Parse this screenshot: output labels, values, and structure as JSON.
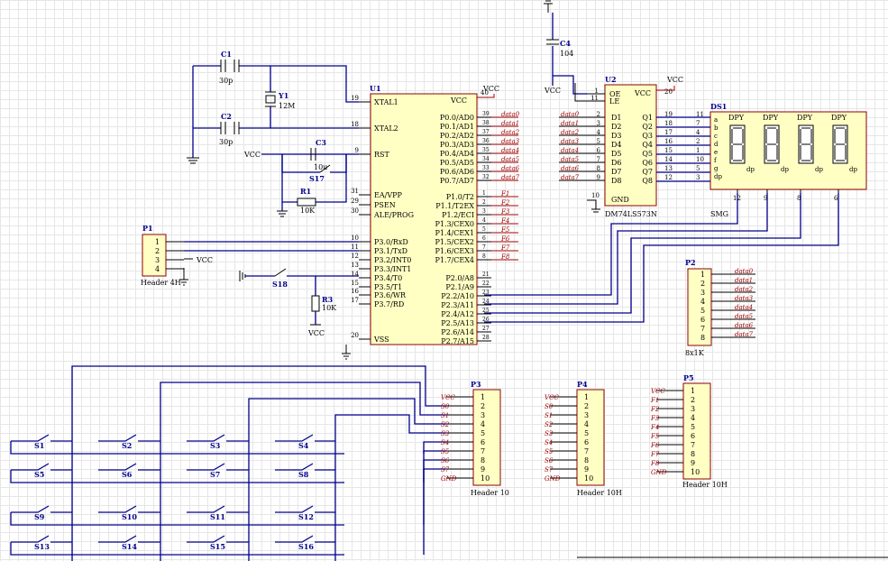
{
  "power": {
    "vcc": "VCC"
  },
  "parts": {
    "c1": {
      "ref": "C1",
      "value": "30p"
    },
    "c2": {
      "ref": "C2",
      "value": "30p"
    },
    "c3": {
      "ref": "C3",
      "value": "10u"
    },
    "c4": {
      "ref": "C4",
      "value": "104"
    },
    "y1": {
      "ref": "Y1",
      "value": "12M"
    },
    "r1": {
      "ref": "R1",
      "value": "10K"
    },
    "r3": {
      "ref": "R3",
      "value": "10K"
    },
    "s17": {
      "ref": "S17"
    },
    "s18": {
      "ref": "S18"
    },
    "u1": {
      "ref": "U1",
      "left_pins": [
        {
          "num": "19",
          "name": "XTAL1"
        },
        {
          "num": "18",
          "name": "XTAL2"
        },
        {
          "num": "9",
          "name": "RST"
        },
        {
          "num": "31",
          "name": "EA/VPP"
        },
        {
          "num": "29",
          "name": "PSEN"
        },
        {
          "num": "30",
          "name": "ALE/PROG"
        },
        {
          "num": "10",
          "name": "P3.0/RxD"
        },
        {
          "num": "11",
          "name": "P3.1/TxD"
        },
        {
          "num": "12",
          "name": "P3.2/INT0"
        },
        {
          "num": "13",
          "name": "P3.3/INT1"
        },
        {
          "num": "14",
          "name": "P3.4/T0"
        },
        {
          "num": "15",
          "name": "P3.5/T1"
        },
        {
          "num": "16",
          "name": "P3.6/WR"
        },
        {
          "num": "17",
          "name": "P3.7/RD"
        },
        {
          "num": "20",
          "name": "VSS"
        }
      ],
      "vcc_pin": {
        "num": "40",
        "name": "VCC"
      },
      "right_pins": [
        {
          "num": "39",
          "name": "P0.0/AD0",
          "net": "data0"
        },
        {
          "num": "38",
          "name": "P0.1/AD1",
          "net": "data1"
        },
        {
          "num": "37",
          "name": "P0.2/AD2",
          "net": "data2"
        },
        {
          "num": "36",
          "name": "P0.3/AD3",
          "net": "data3"
        },
        {
          "num": "35",
          "name": "P0.4/AD4",
          "net": "data4"
        },
        {
          "num": "34",
          "name": "P0.5/AD5",
          "net": "data5"
        },
        {
          "num": "33",
          "name": "P0.6/AD6",
          "net": "data6"
        },
        {
          "num": "32",
          "name": "P0.7/AD7",
          "net": "data7"
        },
        {
          "num": "1",
          "name": "P1.0/T2",
          "net": "F1"
        },
        {
          "num": "2",
          "name": "P1.1/T2EX",
          "net": "F2"
        },
        {
          "num": "3",
          "name": "P1.2/ECI",
          "net": "F3"
        },
        {
          "num": "4",
          "name": "P1.3/CEX0",
          "net": "F4"
        },
        {
          "num": "5",
          "name": "P1.4/CEX1",
          "net": "F5"
        },
        {
          "num": "6",
          "name": "P1.5/CEX2",
          "net": "F6"
        },
        {
          "num": "7",
          "name": "P1.6/CEX3",
          "net": "F7"
        },
        {
          "num": "8",
          "name": "P1.7/CEX4",
          "net": "F8"
        },
        {
          "num": "21",
          "name": "P2.0/A8",
          "net": ""
        },
        {
          "num": "22",
          "name": "P2.1/A9",
          "net": ""
        },
        {
          "num": "23",
          "name": "P2.2/A10",
          "net": ""
        },
        {
          "num": "24",
          "name": "P2.3/A11",
          "net": ""
        },
        {
          "num": "25",
          "name": "P2.4/A12",
          "net": ""
        },
        {
          "num": "26",
          "name": "P2.5/A13",
          "net": ""
        },
        {
          "num": "27",
          "name": "P2.6/A14",
          "net": ""
        },
        {
          "num": "28",
          "name": "P2.7/A15",
          "net": ""
        }
      ]
    },
    "u2": {
      "ref": "U2",
      "name": "DM74LS573N",
      "top_pins": [
        {
          "num": "1",
          "name": "OE"
        },
        {
          "num": "11",
          "name": "LE"
        }
      ],
      "vcc_pin": {
        "num": "20",
        "name": "VCC"
      },
      "inputs": [
        {
          "num": "2",
          "name": "D1",
          "net": "data0"
        },
        {
          "num": "3",
          "name": "D2",
          "net": "data1"
        },
        {
          "num": "4",
          "name": "D3",
          "net": "data2"
        },
        {
          "num": "5",
          "name": "D4",
          "net": "data3"
        },
        {
          "num": "6",
          "name": "D5",
          "net": "data4"
        },
        {
          "num": "7",
          "name": "D6",
          "net": "data5"
        },
        {
          "num": "8",
          "name": "D7",
          "net": "data6"
        },
        {
          "num": "9",
          "name": "D8",
          "net": "data7"
        }
      ],
      "outputs": [
        {
          "num": "19",
          "name": "Q1",
          "ds": "11"
        },
        {
          "num": "18",
          "name": "Q2",
          "ds": "7"
        },
        {
          "num": "17",
          "name": "Q3",
          "ds": "4"
        },
        {
          "num": "16",
          "name": "Q4",
          "ds": "2"
        },
        {
          "num": "15",
          "name": "Q5",
          "ds": "1"
        },
        {
          "num": "14",
          "name": "Q6",
          "ds": "10"
        },
        {
          "num": "13",
          "name": "Q7",
          "ds": "5"
        },
        {
          "num": "12",
          "name": "Q8",
          "ds": "3"
        }
      ],
      "gnd_pin": {
        "num": "10",
        "name": "GND"
      }
    },
    "ds1": {
      "ref": "DS1",
      "name": "SMG",
      "segments": [
        "a",
        "b",
        "c",
        "d",
        "e",
        "f",
        "g",
        "dp"
      ],
      "digit_label": "DPY",
      "common_pins": [
        "12",
        "9",
        "8",
        "6"
      ]
    },
    "p1": {
      "ref": "P1",
      "name": "Header 4H",
      "pins": [
        "1",
        "2",
        "3",
        "4"
      ]
    },
    "p2": {
      "ref": "P2",
      "name": "8x1K",
      "pins": [
        "1",
        "2",
        "3",
        "4",
        "5",
        "6",
        "7",
        "8"
      ],
      "nets": [
        "data0",
        "data1",
        "data2",
        "data3",
        "data4",
        "data5",
        "data6",
        "data7"
      ]
    },
    "p3": {
      "ref": "P3",
      "name": "Header 10",
      "pins": [
        "1",
        "2",
        "3",
        "4",
        "5",
        "6",
        "7",
        "8",
        "9",
        "10"
      ],
      "nets": [
        "VCC",
        "S0",
        "S1",
        "S2",
        "S3",
        "S4",
        "S5",
        "S6",
        "S7",
        "GND"
      ]
    },
    "p4": {
      "ref": "P4",
      "name": "Header 10H",
      "pins": [
        "1",
        "2",
        "3",
        "4",
        "5",
        "6",
        "7",
        "8",
        "9",
        "10"
      ],
      "nets": [
        "VCC",
        "S0",
        "S1",
        "S2",
        "S3",
        "S4",
        "S5",
        "S6",
        "S7",
        "GND"
      ]
    },
    "p5": {
      "ref": "P5",
      "name": "Header 10H",
      "pins": [
        "1",
        "2",
        "3",
        "4",
        "5",
        "6",
        "7",
        "8",
        "9",
        "10"
      ],
      "nets": [
        "VCC",
        "F1",
        "F2",
        "F3",
        "F4",
        "F5",
        "F6",
        "F7",
        "F8",
        "GND"
      ]
    }
  },
  "keypad": {
    "switches": [
      "S1",
      "S2",
      "S3",
      "S4",
      "S5",
      "S6",
      "S7",
      "S8",
      "S9",
      "S10",
      "S11",
      "S12",
      "S13",
      "S14",
      "S15",
      "S16"
    ]
  }
}
